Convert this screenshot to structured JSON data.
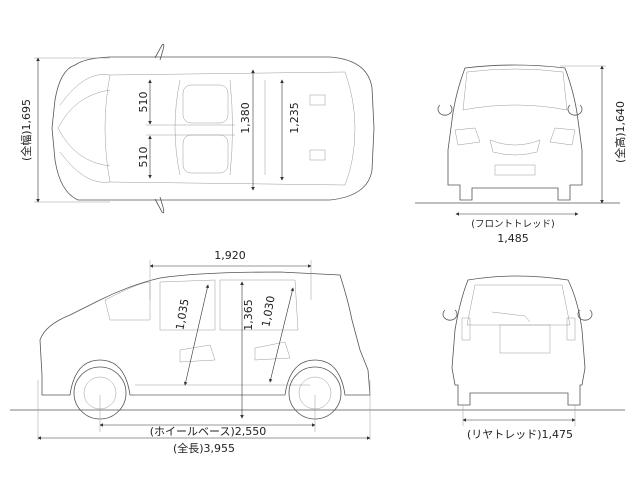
{
  "top_view": {
    "overall_width": "(全幅)1,695",
    "seat_width_front_right": "510",
    "seat_width_front_left": "510",
    "front_cabin_width": "1,380",
    "rear_cabin_width": "1,235"
  },
  "front_view": {
    "overall_height": "(全高)1,640",
    "front_tread_label": "(フロントトレッド)",
    "front_tread_value": "1,485"
  },
  "side_view": {
    "cabin_length": "1,920",
    "front_seat_height": "1,035",
    "cabin_height": "1,365",
    "rear_seat_height": "1,030",
    "wheelbase": "(ホイールベース)2,550",
    "overall_length": "(全長)3,955"
  },
  "rear_view": {
    "rear_tread": "(リヤトレッド)1,475"
  }
}
